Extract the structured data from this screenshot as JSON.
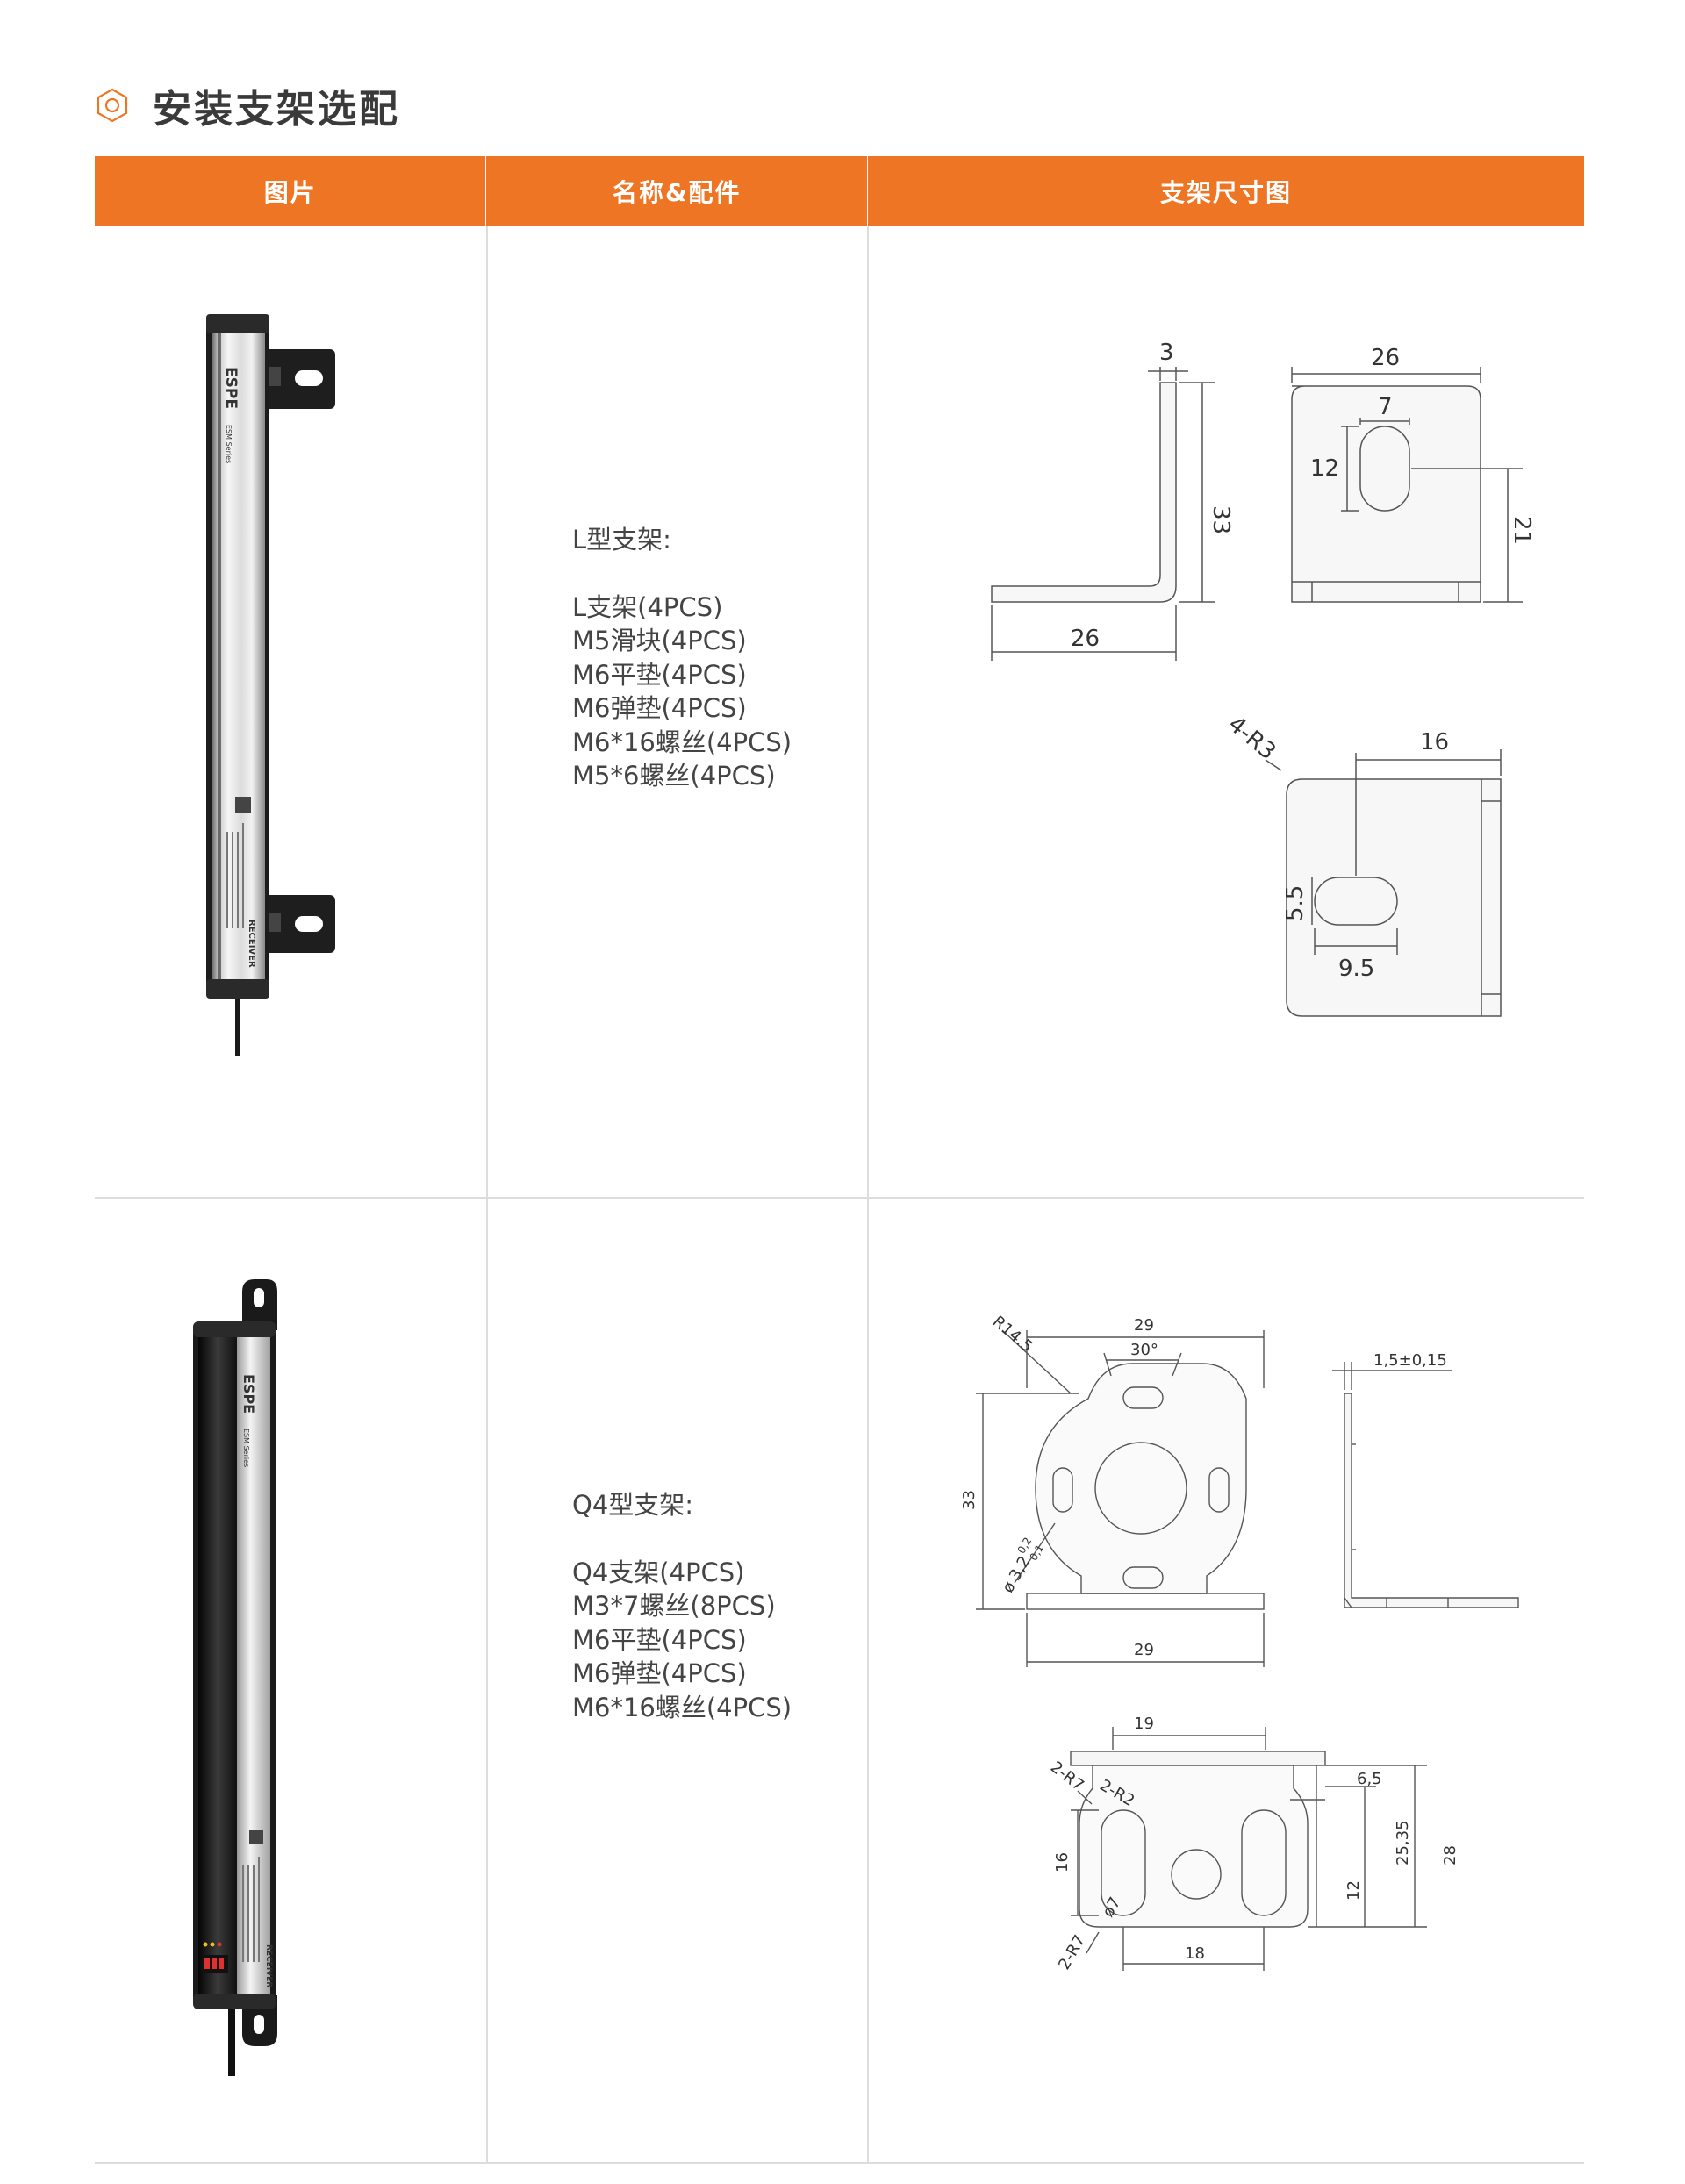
{
  "page": {
    "title": "安装支架选配",
    "accent_color": "#ee7523",
    "title_icon": "hexagon-ring-icon"
  },
  "table": {
    "headers": [
      "图片",
      "名称&配件",
      "支架尺寸图"
    ],
    "rows": [
      {
        "product_image": {
          "brand": "ESPE",
          "series": "ESM Series",
          "side_label": "RECEIVER",
          "style": "silver-aluminum"
        },
        "bracket_name": "L型支架:",
        "accessories": [
          "L支架(4PCS)",
          "M5滑块(4PCS)",
          "M6平垫(4PCS)",
          "M6弹垫(4PCS)",
          "M6*16螺丝(4PCS)",
          "M5*6螺丝(4PCS)"
        ],
        "drawing_labels": [
          "3",
          "33",
          "26",
          "26",
          "7",
          "12",
          "21",
          "4-R3",
          "16",
          "5.5",
          "9.5"
        ]
      },
      {
        "product_image": {
          "brand": "ESPE",
          "series": "ESM Series",
          "side_label": "RECEIVER",
          "style": "black-front-silver-body"
        },
        "bracket_name": "Q4型支架:",
        "accessories": [
          "Q4支架(4PCS)",
          "M3*7螺丝(8PCS)",
          "M6平垫(4PCS)",
          "M6弹垫(4PCS)",
          "M6*16螺丝(4PCS)"
        ],
        "drawing_labels": [
          "R14.5",
          "29",
          "30°",
          "33",
          "29",
          "1,5±0,15",
          "19",
          "2-R7",
          "2-R2",
          "6,5",
          "16",
          "25,35",
          "28",
          "12",
          "ø7",
          "2-R7",
          "18"
        ],
        "hole_dimension": {
          "symbol": "ø",
          "value": "3,2",
          "upper_tol": "0,2",
          "lower_tol": "0,1"
        }
      }
    ]
  }
}
